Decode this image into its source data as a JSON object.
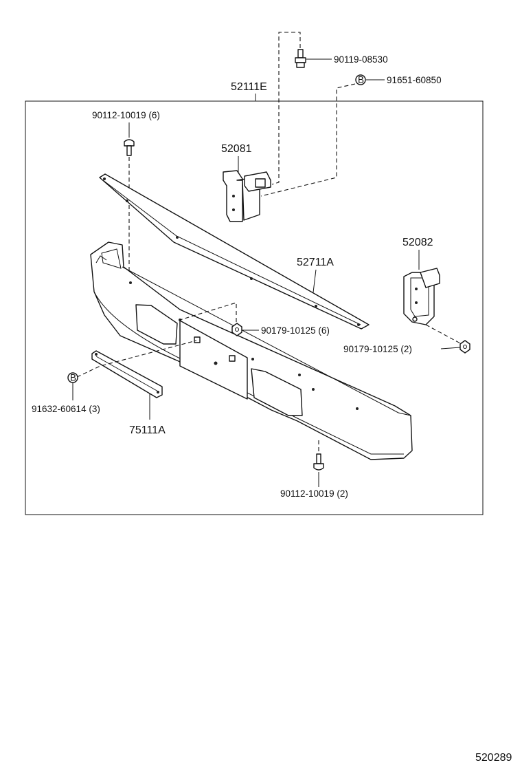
{
  "diagram": {
    "code": "520289",
    "assembly": "52111E",
    "parts": {
      "bolt_top": "90119-08530",
      "washer_top": "91651-60850",
      "clip_left": "90112-10019 (6)",
      "bracket_left": "52081",
      "bracket_right": "52082",
      "cover": "52711A",
      "nut_center": "90179-10125 (6)",
      "nut_right": "90179-10125 (2)",
      "washer_left": "91632-60614 (3)",
      "reinforcement": "75111A",
      "clip_bottom": "90112-10019 (2)"
    },
    "symbol_letter": "B"
  }
}
